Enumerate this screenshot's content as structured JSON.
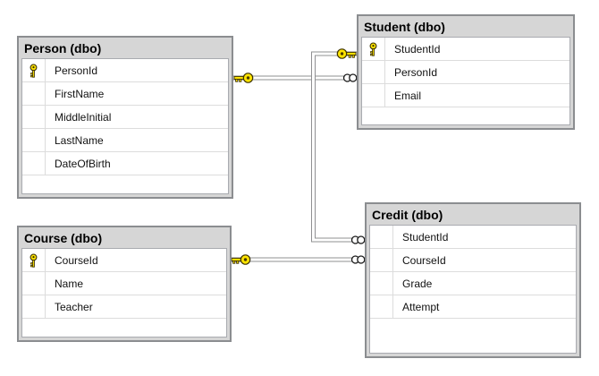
{
  "diagram": {
    "tables": [
      {
        "title": "Person (dbo)",
        "columns": [
          {
            "name": "PersonId",
            "pk": true
          },
          {
            "name": "FirstName",
            "pk": false
          },
          {
            "name": "MiddleInitial",
            "pk": false
          },
          {
            "name": "LastName",
            "pk": false
          },
          {
            "name": "DateOfBirth",
            "pk": false
          }
        ]
      },
      {
        "title": "Student (dbo)",
        "columns": [
          {
            "name": "StudentId",
            "pk": true
          },
          {
            "name": "PersonId",
            "pk": false
          },
          {
            "name": "Email",
            "pk": false
          }
        ]
      },
      {
        "title": "Course (dbo)",
        "columns": [
          {
            "name": "CourseId",
            "pk": true
          },
          {
            "name": "Name",
            "pk": false
          },
          {
            "name": "Teacher",
            "pk": false
          }
        ]
      },
      {
        "title": "Credit (dbo)",
        "columns": [
          {
            "name": "StudentId",
            "pk": false
          },
          {
            "name": "CourseId",
            "pk": false
          },
          {
            "name": "Grade",
            "pk": false
          },
          {
            "name": "Attempt",
            "pk": false
          }
        ]
      }
    ],
    "relationships": [
      {
        "one_table": "Person",
        "many_table": "Student",
        "one_end_icon": "key-icon",
        "many_end_icon": "infinity-icon"
      },
      {
        "one_table": "Student",
        "many_table": "Credit",
        "one_end_icon": "key-icon",
        "many_end_icon": "infinity-icon"
      },
      {
        "one_table": "Course",
        "many_table": "Credit",
        "one_end_icon": "key-icon",
        "many_end_icon": "infinity-icon"
      }
    ],
    "colors": {
      "background": "#ffffff",
      "table_header_bg": "#d6d6d6",
      "table_border": "#8b8d90",
      "grid_border": "#a9abb0",
      "row_divider": "#dcdcdc",
      "connector": "#8f9092",
      "key_fill": "#ffe400",
      "key_outline": "#3c3200"
    }
  }
}
